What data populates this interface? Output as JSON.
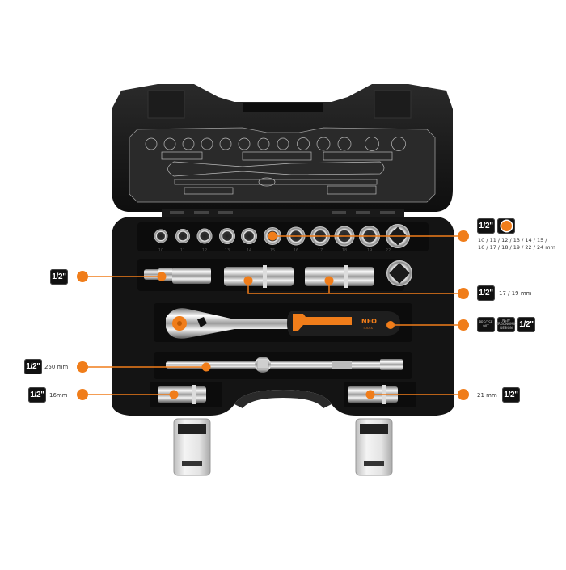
{
  "product": {
    "brand": "NEO",
    "brand_sub": "TOOLS",
    "accent_color": "#f07d1a",
    "case_color": "#141414"
  },
  "socket_size_labels": [
    "10",
    "11",
    "12",
    "13",
    "14",
    "15",
    "16",
    "17",
    "18",
    "19",
    "22"
  ],
  "callouts": {
    "sockets": {
      "drive": "1/2\"",
      "icon": "hex-socket-icon",
      "sizes_line1": "10 / 11 / 12 / 13 / 14 / 15 /",
      "sizes_line2": "16 / 17 / 18 / 19 / 22 / 24 mm"
    },
    "universal_joint": {
      "drive": "1/2\""
    },
    "deep_sockets": {
      "drive": "1/2\"",
      "sizes": "17 / 19 mm"
    },
    "ratchet": {
      "features": [
        {
          "icon": "precise-90t-icon",
          "text": "PRECISE 90T"
        },
        {
          "icon": "new-ergonomic-design-icon",
          "text": "NEW ERGONOMIC DESIGN"
        }
      ],
      "drive": "1/2\""
    },
    "extension": {
      "drive": "1/2\"",
      "length": "250 mm"
    },
    "spark_plug_left": {
      "drive": "1/2\"",
      "size": "16mm"
    },
    "spark_plug_right": {
      "drive": "1/2\"",
      "size": "21 mm"
    }
  }
}
